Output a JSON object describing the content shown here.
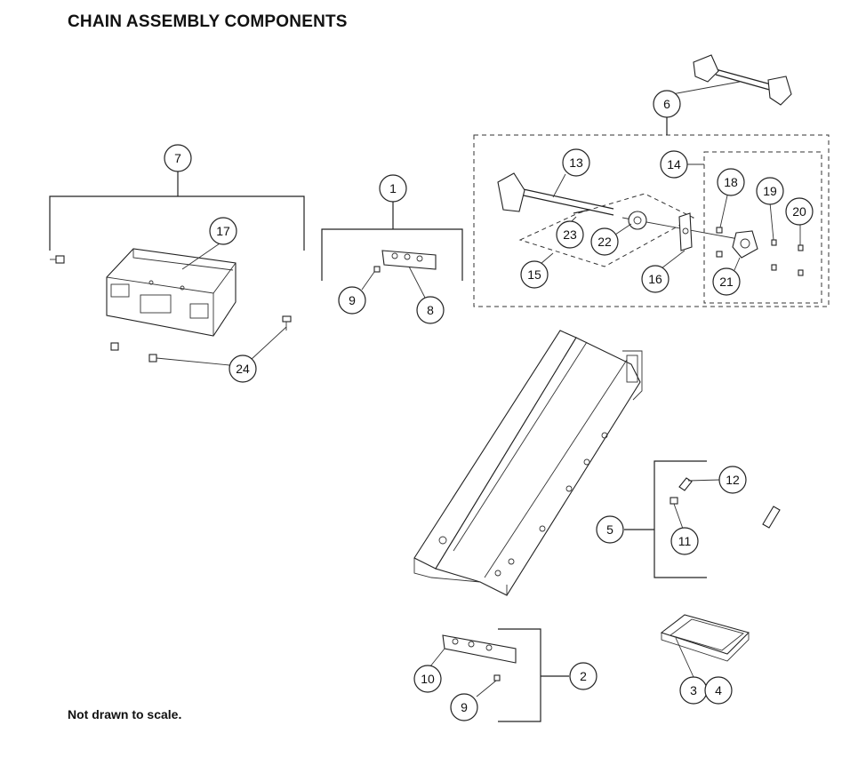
{
  "title": "CHAIN ASSEMBLY COMPONENTS",
  "note": "Not drawn to scale.",
  "callouts": {
    "c1": "1",
    "c2": "2",
    "c3": "3",
    "c4": "4",
    "c5": "5",
    "c6": "6",
    "c7": "7",
    "c8": "8",
    "c9a": "9",
    "c9b": "9",
    "c10": "10",
    "c11": "11",
    "c12": "12",
    "c13": "13",
    "c14": "14",
    "c15": "15",
    "c16": "16",
    "c17": "17",
    "c18": "18",
    "c19": "19",
    "c20": "20",
    "c21": "21",
    "c22": "22",
    "c23": "23",
    "c24": "24"
  }
}
